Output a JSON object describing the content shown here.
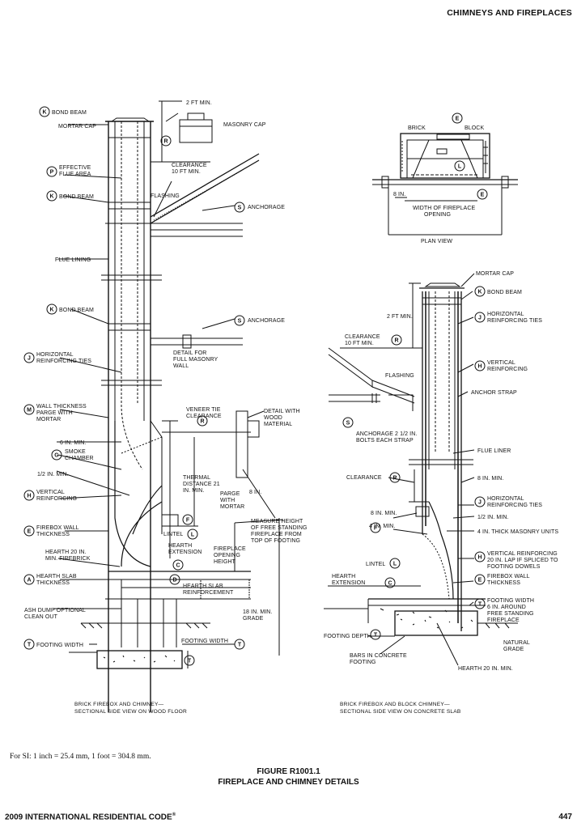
{
  "header": {
    "section": "CHIMNEYS AND FIREPLACES"
  },
  "si_note": "For SI:   1 inch = 25.4 mm, 1 foot = 304.8 mm.",
  "figure": {
    "number": "FIGURE R1001.1",
    "title": "FIREPLACE AND CHIMNEY DETAILS"
  },
  "footer": {
    "code": "2009 INTERNATIONAL RESIDENTIAL CODE",
    "reg": "®",
    "page": "447"
  },
  "left_labels": {
    "bond_beam_top": "BOND BEAM",
    "mortar_cap": "MORTAR CAP",
    "masonry_cap": "MASONRY CAP",
    "two_ft": "2 FT MIN.",
    "effective_1": "EFFECTIVE",
    "effective_2": "FLUE AREA",
    "bond_beam_2": "BOND BEAM",
    "clearance_1": "CLEARANCE",
    "clearance_2": "10 FT MIN.",
    "flashing": "FLASHING",
    "anchorage_1": "ANCHORAGE",
    "flue_lining": "FLUE LINING",
    "bond_beam_3": "BOND BEAM",
    "anchorage_2": "ANCHORAGE",
    "horiz_1": "HORIZONTAL",
    "horiz_2": "REINFORCING TIES",
    "detail_full_1": "DETAIL FOR",
    "detail_full_2": "FULL MASONRY",
    "detail_full_3": "WALL",
    "wall_t_1": "WALL THICKNESS",
    "wall_t_2": "PARGE WITH",
    "wall_t_3": "MORTAR",
    "veneer_1": "VENEER TIE",
    "veneer_2": "CLEARANCE",
    "detail_wood_1": "DETAIL WITH",
    "detail_wood_2": "WOOD",
    "detail_wood_3": "MATERIAL",
    "six_in": "6 IN. MIN.",
    "smoke_1": "SMOKE",
    "smoke_2": "CHAMBER",
    "half_in": "1/2 IN. MIN.",
    "vert_1": "VERTICAL",
    "vert_2": "REINFORCING",
    "thermal_1": "THERMAL",
    "thermal_2": "DISTANCE 21",
    "thermal_3": "IN. MIN.",
    "parge_1": "PARGE",
    "parge_2": "WITH",
    "parge_3": "MORTAR",
    "eight_in": "8 IN.",
    "firebox_1": "FIREBOX WALL",
    "firebox_2": "THICKNESS",
    "measure_1": "MEASURE HEIGHT",
    "measure_2": "OF FREE STANDING",
    "measure_3": "FIREPLACE FROM",
    "measure_4": "TOP OF FOOTING",
    "lintel": "LINTEL",
    "hearth_20_1": "HEARTH 20 IN.",
    "hearth_20_2": "MIN. FIREBRICK",
    "hearth_ext_1": "HEARTH",
    "hearth_ext_2": "EXTENSION",
    "fp_open_1": "FIREPLACE",
    "fp_open_2": "OPENING",
    "fp_open_3": "HEIGHT",
    "slab_t_1": "HEARTH SLAB",
    "slab_t_2": "THICKNESS",
    "ash_1": "ASH DUMP OPTIONAL",
    "ash_2": "CLEAN OUT",
    "slab_r_1": "HEARTH SLAB",
    "slab_r_2": "REINFORCEMENT",
    "eighteen_1": "18 IN. MIN.",
    "eighteen_2": "GRADE",
    "footing_w_l": "FOOTING WIDTH",
    "footing_w_r": "FOOTING WIDTH",
    "caption_1": "BRICK FIREBOX AND CHIMNEY—",
    "caption_2": "SECTIONAL SIDE VIEW ON WOOD FLOOR"
  },
  "plan_labels": {
    "brick": "BRICK",
    "block": "BLOCK",
    "eight_in": "8 IN.",
    "width_1": "WIDTH OF FIREPLACE",
    "width_2": "OPENING",
    "caption": "PLAN VIEW"
  },
  "right_labels": {
    "mortar_cap": "MORTAR CAP",
    "bond_beam": "BOND BEAM",
    "two_ft": "2 FT MIN.",
    "horiz_1": "HORIZONTAL",
    "horiz_2": "REINFORCING TIES",
    "clearance_1": "CLEARANCE",
    "clearance_2": "10 FT MIN.",
    "vert_1": "VERTICAL",
    "vert_2": "REINFORCING",
    "flashing": "FLASHING",
    "anchor": "ANCHOR STRAP",
    "anch_1": "ANCHORAGE 2 1/2 IN.",
    "anch_2": "BOLTS EACH STRAP",
    "flue_liner": "FLUE LINER",
    "clearance": "CLEARANCE",
    "eight_in_a": "8 IN. MIN.",
    "horiz2_1": "HORIZONTAL",
    "horiz2_2": "REINFORCING TIES",
    "eight_in_b": "8 IN. MIN.",
    "half_in": "1/2 IN. MIN.",
    "four_in": "4 IN. MIN.",
    "four_masonry": "4 IN. THICK MASONRY UNITS",
    "lintel": "LINTEL",
    "vert2_1": "VERTICAL REINFORCING",
    "vert2_2": "20 IN. LAP IF SPLICED TO",
    "vert2_3": "FOOTING DOWELS",
    "hearth_1": "HEARTH",
    "hearth_2": "EXTENSION",
    "firebox_1": "FIREBOX WALL",
    "firebox_2": "THICKNESS",
    "fw_1": "FOOTING WIDTH",
    "fw_2": "6 IN. AROUND",
    "fw_3": "FREE STANDING",
    "fw_4": "FIREPLACE",
    "footing_depth": "FOOTING DEPTH",
    "natural_1": "NATURAL",
    "natural_2": "GRADE",
    "bars_1": "BARS IN CONCRETE",
    "bars_2": "FOOTING",
    "hearth20": "HEARTH 20 IN. MIN.",
    "caption_1": "BRICK FIREBOX AND BLOCK CHIMNEY—",
    "caption_2": "SECTIONAL SIDE VIEW ON CONCRETE SLAB"
  },
  "callouts": {
    "K": "K",
    "R": "R",
    "P": "P",
    "S": "S",
    "J": "J",
    "M": "M",
    "G": "G",
    "H": "H",
    "E": "E",
    "A": "A",
    "T": "T",
    "F": "F",
    "L": "L",
    "C": "C",
    "D": "D"
  }
}
